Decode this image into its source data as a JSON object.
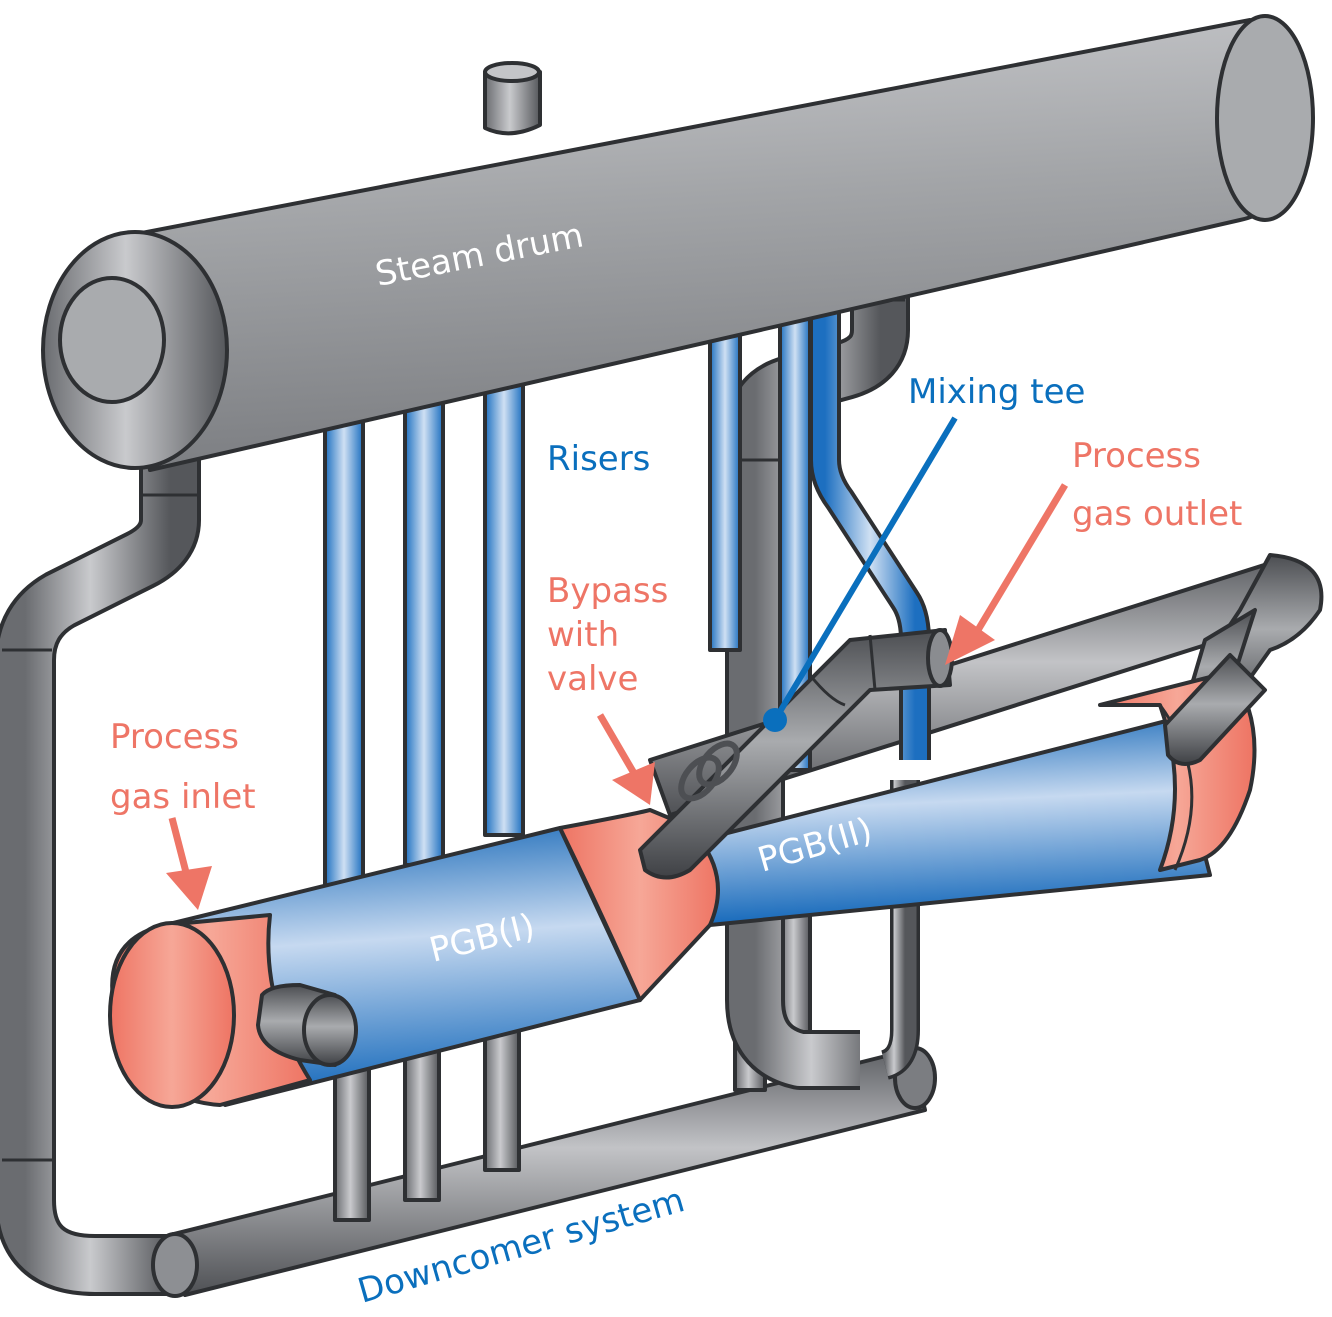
{
  "diagram": {
    "title": "Process gas boiler system",
    "labels": {
      "steam_drum": "Steam drum",
      "risers": "Risers",
      "mixing_tee": "Mixing tee",
      "process_gas_outlet_line1": "Process",
      "process_gas_outlet_line2": "gas outlet",
      "bypass_line1": "Bypass",
      "bypass_line2": "with",
      "bypass_line3": "valve",
      "process_gas_inlet_line1": "Process",
      "process_gas_inlet_line2": "gas inlet",
      "pgb1": "PGB(I)",
      "pgb2": "PGB(II)",
      "downcomer": "Downcomer system"
    },
    "colors": {
      "water_steam_blue": "#1f78c8",
      "process_gas_salmon": "#ef7e6e",
      "steel_grey": "#8e9094",
      "outline": "#2e3033",
      "label_blue": "#0a6fbd",
      "label_salmon": "#ee7566"
    }
  }
}
